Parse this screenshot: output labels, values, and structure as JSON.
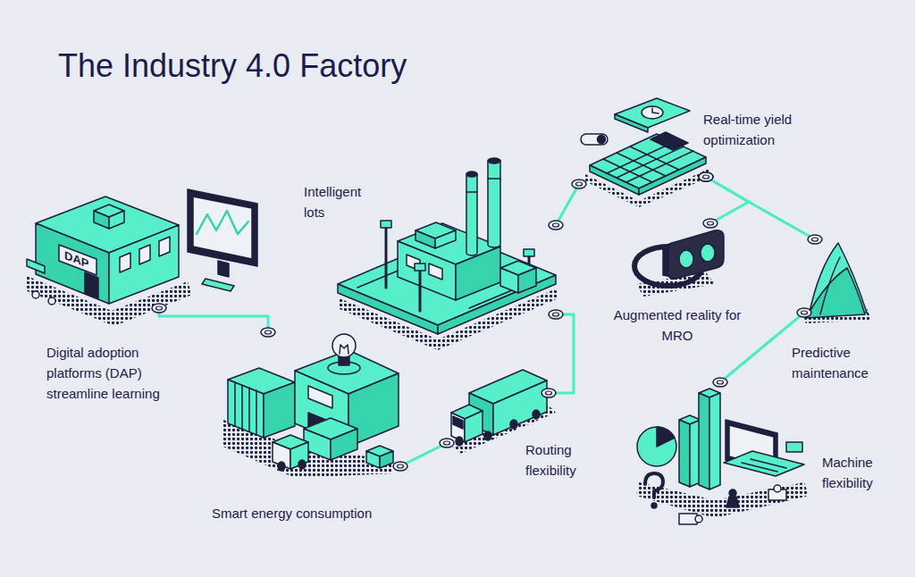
{
  "diagram": {
    "title": "The Industry 4.0 Factory",
    "nodes": [
      {
        "text": [
          "Digital adoption platforms (DAP) streamline learning"
        ]
      },
      {
        "text": [
          "Smart energy consumption"
        ]
      },
      {
        "text": [
          "Routing flexibility"
        ]
      },
      {
        "text": [
          "Intelligent lots"
        ]
      },
      {
        "text": [
          "Real-time yield optimization"
        ]
      },
      {
        "text": [
          "Augmented reality for MRO"
        ]
      },
      {
        "text": [
          "Predictive maintenance"
        ]
      },
      {
        "text": [
          "Machine flexibility"
        ]
      }
    ],
    "edges": [
      {
        "from": 0,
        "to": 1,
        "arrow": "none"
      },
      {
        "from": 1,
        "to": 2,
        "arrow": "none"
      },
      {
        "from": 2,
        "to": 3,
        "arrow": "none"
      },
      {
        "from": 3,
        "to": 4,
        "arrow": "none"
      },
      {
        "from": 4,
        "to": 5,
        "arrow": "none"
      },
      {
        "from": 4,
        "to": 6,
        "arrow": "none"
      },
      {
        "from": 6,
        "to": 7,
        "arrow": "none"
      }
    ],
    "labels": [
      "DAP"
    ]
  }
}
